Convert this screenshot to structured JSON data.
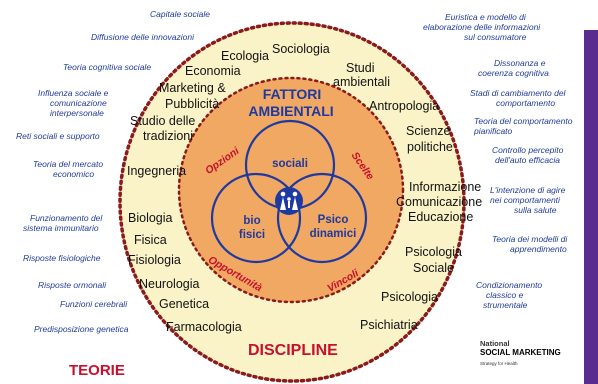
{
  "colors": {
    "outer_ring": "#faf3c8",
    "dotted_border": "#8b1a1a",
    "inner_circle": "#f0a862",
    "text_blue": "#1e3aa0",
    "text_red": "#c8102e",
    "logo_bar": "#5b2c8f"
  },
  "labels": {
    "teorie": "TEORIE",
    "discipline": "DISCIPLINE",
    "fattori_line1": "FATTORI",
    "fattori_line2": "AMBIENTALI"
  },
  "theories_left": [
    "Capitale sociale",
    "Diffusione delle innovazioni",
    "Teoria cognitiva sociale",
    "Influenza sociale e",
    "comunicazione",
    "interpersonale",
    "Reti sociali e supporto",
    "Teoria del mercato",
    "economico",
    "Funzionamento del",
    "sistema immunitario",
    "Risposte fisiologiche",
    "Risposte ormonali",
    "Funzioni cerebrali",
    "Predisposizione genetica"
  ],
  "theories_right": [
    "Euristica e modello di",
    "elaborazione delle informazioni",
    "sul consumatore",
    "Dissonanza e",
    "coerenza cognitiva",
    "Stadi di cambiamento del",
    "comportamento",
    "Teoria del comportamento",
    "pianificato",
    "Controllo percepito",
    "dell'auto efficacia",
    "L'intenzione di agire",
    "nei comportamenti",
    "sulla salute",
    "Teoria dei modelli di",
    "apprendimento",
    "Condizionamento",
    "classico e",
    "strumentale"
  ],
  "disciplines": [
    "Ecologia",
    "Sociologia",
    "Economia",
    "Studi",
    "ambientali",
    "Marketing &",
    "Pubblicità",
    "Studio delle",
    "tradizioni",
    "Antropologia",
    "Scienze",
    "politiche",
    "Ingegneria",
    "Informazione",
    "Comunicazione",
    "Educazione",
    "Biologia",
    "Fisica",
    "Fisiologia",
    "Psicologia",
    "Sociale",
    "Neurologia",
    "Genetica",
    "Farmacologia",
    "Psicologia",
    "Psichiatria"
  ],
  "inner_words": {
    "opzioni": "Opzioni",
    "scelte": "Scelte",
    "opportunita": "Opportunità",
    "vincoli": "Vincoli"
  },
  "venn": {
    "sociali": "sociali",
    "bio1": "bio",
    "bio2": "fisici",
    "psico1": "Psico",
    "psico2": "dinamici"
  },
  "logo": {
    "line1": "National",
    "line2": "SOCIAL MARKETING",
    "line3": "Strategy for Health"
  }
}
